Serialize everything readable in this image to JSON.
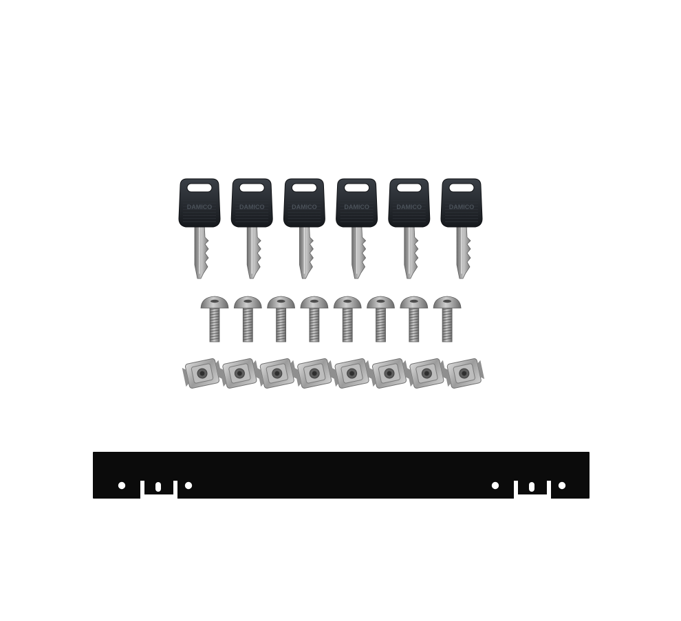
{
  "photo": {
    "background_color": "#ffffff",
    "key_brand_label": "DAMICO",
    "components": {
      "keys": {
        "count": 6,
        "head_color": "#1f2328",
        "blade_color": "#9a9a9a"
      },
      "screws": {
        "count": 8,
        "metal_color": "#8e8e8e"
      },
      "cage_nuts": {
        "count": 8,
        "metal_color": "#a3a3a3"
      },
      "mounting_bar": {
        "color": "#0b0b0b",
        "hole_groups": 2
      }
    }
  }
}
